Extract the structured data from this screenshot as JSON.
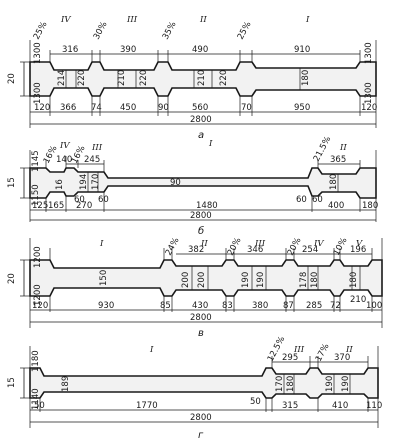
{
  "panels": [
    {
      "id": "a",
      "letter": "а",
      "total": "2800",
      "left_gauge": "20",
      "top_widths": [
        "316",
        "390",
        "490",
        "910"
      ],
      "bottom_widths": [
        "120",
        "366",
        "74",
        "450",
        "90",
        "560",
        "70",
        "950",
        "120"
      ],
      "thicknesses": [
        "214",
        "220",
        "210",
        "220",
        "210",
        "220",
        "180"
      ],
      "end_values": [
        "1300",
        "1300"
      ],
      "end_values_bottom": [
        "1300",
        "1300"
      ],
      "pass_labels": [
        "IV",
        "III",
        "II",
        "I"
      ],
      "reductions": [
        "25%",
        "30%",
        "35%",
        "25%"
      ]
    },
    {
      "id": "b",
      "letter": "б",
      "total": "2800",
      "left_gauge": "15",
      "top_widths": [
        "140",
        "245",
        "365"
      ],
      "bottom_widths": [
        "125",
        "165",
        "270",
        "60",
        "1480",
        "60",
        "400",
        "180"
      ],
      "thicknesses": [
        "16",
        "194",
        "170",
        "90",
        "180"
      ],
      "end_values": [
        "1145",
        "1150"
      ],
      "pass_labels": [
        "IV",
        "III",
        "I",
        "II"
      ],
      "reductions": [
        "16%",
        "16%",
        "21.5%"
      ],
      "small_values": [
        "60",
        "60"
      ]
    },
    {
      "id": "c",
      "letter": "в",
      "total": "2800",
      "left_gauge": "20",
      "top_widths": [
        "382",
        "346",
        "254",
        "196"
      ],
      "bottom_widths": [
        "120",
        "930",
        "85",
        "430",
        "83",
        "380",
        "87",
        "285",
        "72",
        "210",
        "100"
      ],
      "thicknesses": [
        "150",
        "200",
        "200",
        "190",
        "190",
        "178",
        "180",
        "180"
      ],
      "end_values": [
        "1200",
        "1200"
      ],
      "pass_labels": [
        "I",
        "II",
        "III",
        "IV",
        "V"
      ],
      "reductions": [
        "24%",
        "20%",
        "20%",
        "10%"
      ]
    },
    {
      "id": "d",
      "letter": "г",
      "total": "2800",
      "left_gauge": "15",
      "top_widths": [
        "295",
        "370"
      ],
      "bottom_widths": [
        "50",
        "1770",
        "50",
        "315",
        "410",
        "110"
      ],
      "thicknesses": [
        "189",
        "170",
        "180",
        "190",
        "190"
      ],
      "end_values": [
        "1180",
        "1140"
      ],
      "pass_labels": [
        "I",
        "III",
        "II"
      ],
      "reductions": [
        "12.5%",
        "17%"
      ]
    }
  ]
}
